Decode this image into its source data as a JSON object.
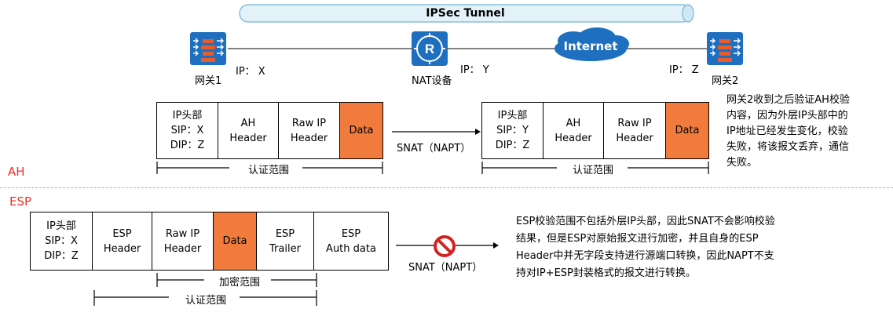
{
  "top": {
    "tunnel_label": "IPSec Tunnel",
    "internet_label": "Internet",
    "gateway1_label": "网关1",
    "gateway2_label": "网关2",
    "nat_label": "NAT设备",
    "ip_x": "IP： X",
    "ip_y": "IP： Y",
    "ip_z": "IP： Z"
  },
  "ah": {
    "section_label": "AH",
    "before": {
      "cells": [
        "IP头部\nSIP：X\nDIP：Z",
        "AH\nHeader",
        "Raw IP\nHeader",
        "Data"
      ],
      "auth_range": "认证范围"
    },
    "snat_label": "SNAT（NAPT）",
    "after": {
      "cells": [
        "IP头部\nSIP：Y\nDIP：Z",
        "AH\nHeader",
        "Raw IP\nHeader",
        "Data"
      ],
      "auth_range": "认证范围"
    },
    "note_lines": [
      "网关2收到之后验证AH校验",
      "内容，因为外层IP头部中的",
      "IP地址已经发生变化，校验",
      "失败，将该报文丢弃，通信",
      "失败。"
    ]
  },
  "esp": {
    "section_label": "ESP",
    "cells": [
      "IP头部\nSIP：X\nDIP：Z",
      "ESP\nHeader",
      "Raw IP\nHeader",
      "Data",
      "ESP\nTrailer",
      "ESP\nAuth data"
    ],
    "encrypt_range": "加密范围",
    "auth_range": "认证范围",
    "snat_label": "SNAT（NAPT）",
    "note_lines": [
      "ESP校验范围不包括外层IP头部，因此SNAT不会影响校验",
      "结果，但是ESP对原始报文进行加密，并且自身的ESP",
      "Header中并无字段支持进行源端口转换，因此NAPT不支",
      "持对IP+ESP封装格式的报文进行转换。"
    ]
  },
  "colors": {
    "data_fill": "#f07b3c",
    "section_label": "#e5322d",
    "icon_blue": "#1f6fc0",
    "tunnel_fill": "#e3f2f9",
    "forbidden_red": "#d32222"
  }
}
